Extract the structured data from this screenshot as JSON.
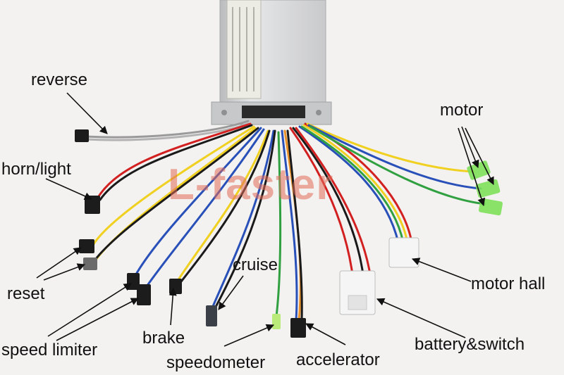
{
  "labels": {
    "reverse": "reverse",
    "horn_light": "horn/light",
    "reset": "reset",
    "speed_limiter": "speed limiter",
    "brake": "brake",
    "cruise": "cruise",
    "speedometer": "speedometer",
    "accelerator": "accelerator",
    "battery_switch": "battery&switch",
    "motor_hall": "motor hall",
    "motor": "motor"
  },
  "watermark": "L-faster",
  "colors": {
    "background": "#f3f2f0",
    "controller_body": "#d8d9da",
    "wire_red": "#d22020",
    "wire_black": "#1a1a1a",
    "wire_blue": "#2850b8",
    "wire_yellow": "#f0d020",
    "wire_green": "#30a040",
    "wire_gray": "#9a9a9a",
    "connector_green": "#7ee05a",
    "connector_white": "#f5f5f5",
    "watermark": "#e26c5a"
  }
}
